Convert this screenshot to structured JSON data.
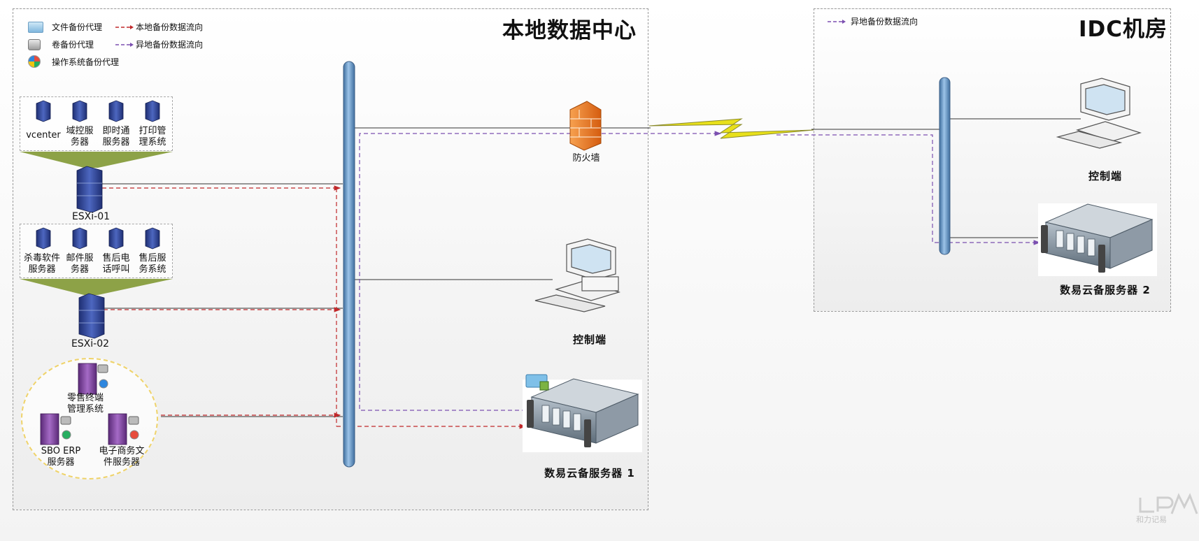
{
  "zones": {
    "local": {
      "title": "本地数据中心"
    },
    "idc": {
      "title": "IDC机房"
    }
  },
  "legend": {
    "file_agent": "文件备份代理",
    "volume_agent": "卷备份代理",
    "os_agent": "操作系统备份代理",
    "local_flow": "本地备份数据流向",
    "remote_flow": "异地备份数据流向"
  },
  "idc_legend": {
    "remote_flow": "异地备份数据流向"
  },
  "host1": {
    "name": "ESXi-01",
    "vms": [
      "vcenter",
      "域控服\n务器",
      "即时通\n服务器",
      "打印管\n理系统"
    ]
  },
  "host2": {
    "name": "ESXi-02",
    "vms": [
      "杀毒软件\n服务器",
      "邮件服\n务器",
      "售后电\n话呼叫",
      "售后服\n务系统"
    ]
  },
  "physical": {
    "retail": "零售终端\n管理系统",
    "erp": "SBO ERP\n服务器",
    "ecommerce": "电子商务文\n件服务器"
  },
  "devices": {
    "firewall": "防火墙",
    "console_local": "控制端",
    "server1": "数易云备服务器 1",
    "console_idc": "控制端",
    "server2": "数易云备服务器 2"
  },
  "watermark": {
    "text": "和力记易"
  },
  "colors": {
    "local_flow": "#c0282a",
    "remote_flow": "#7b4fb0",
    "backbone": "#6fa0cf",
    "firewall": "#f07a1f",
    "bolt": "#e8e01a",
    "vm_blue": "#2b3f8e",
    "pc_purple": "#7b3f9a"
  }
}
